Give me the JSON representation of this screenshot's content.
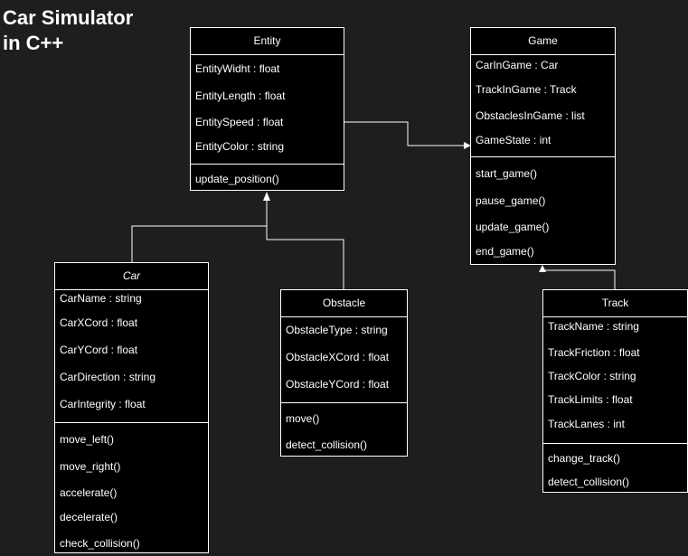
{
  "title": "Car Simulator\nin C++",
  "classes": {
    "entity": {
      "name": "Entity",
      "attributes": [
        "EntityWidht : float",
        "EntityLength : float",
        "EntitySpeed : float",
        "EntityColor : string"
      ],
      "methods": [
        "update_position()"
      ]
    },
    "game": {
      "name": "Game",
      "attributes": [
        "CarInGame : Car",
        "TrackInGame : Track",
        "ObstaclesInGame : list",
        "GameState : int"
      ],
      "methods": [
        "start_game()",
        "pause_game()",
        "update_game()",
        "end_game()"
      ]
    },
    "car": {
      "name": "Car",
      "attributes": [
        "CarName : string",
        "CarXCord : float",
        "CarYCord : float",
        "CarDirection : string",
        "CarIntegrity : float"
      ],
      "methods": [
        "move_left()",
        "move_right()",
        "accelerate()",
        "decelerate()",
        "check_collision()"
      ]
    },
    "obstacle": {
      "name": "Obstacle",
      "attributes": [
        "ObstacleType : string",
        "ObstacleXCord : float",
        "ObstacleYCord : float"
      ],
      "methods": [
        "move()",
        "detect_collision()"
      ]
    },
    "track": {
      "name": "Track",
      "attributes": [
        "TrackName : string",
        "TrackFriction : float",
        "TrackColor : string",
        "TrackLimits : float",
        "TrackLanes : int"
      ],
      "methods": [
        "change_track()",
        "detect_collision()"
      ]
    }
  }
}
